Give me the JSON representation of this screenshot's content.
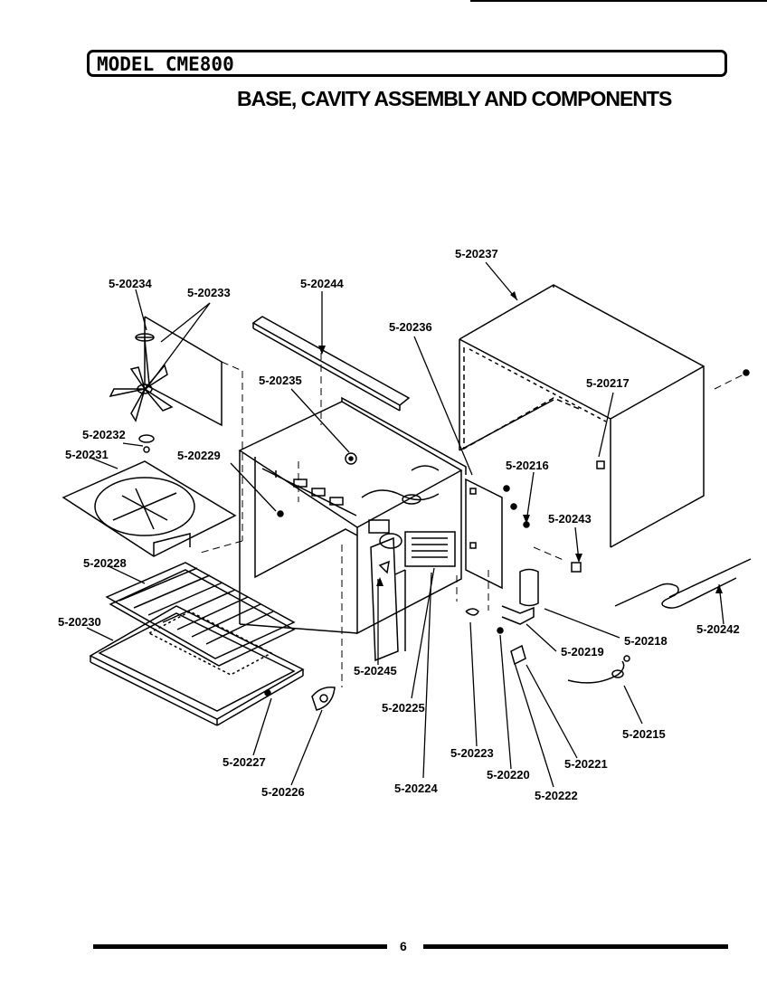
{
  "header": {
    "model_title": "MODEL CME800",
    "section_title": "BASE, CAVITY ASSEMBLY AND COMPONENTS"
  },
  "footer": {
    "page_number": "6"
  },
  "part_labels": [
    "5-20237",
    "5-20234",
    "5-20233",
    "5-20244",
    "5-20236",
    "5-20235",
    "5-20217",
    "5-20232",
    "5-20231",
    "5-20229",
    "5-20216",
    "5-20243",
    "5-20228",
    "5-20242",
    "5-20230",
    "5-20218",
    "5-20219",
    "5-20245",
    "5-20225",
    "5-20215",
    "5-20223",
    "5-20221",
    "5-20227",
    "5-20220",
    "5-20224",
    "5-20226",
    "5-20222"
  ]
}
